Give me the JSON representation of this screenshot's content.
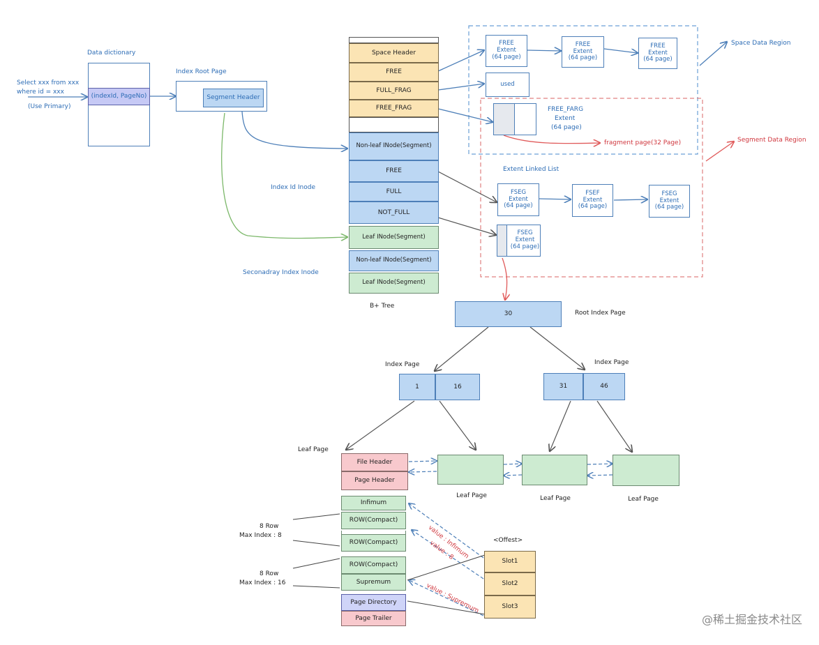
{
  "query": {
    "line1": "Select xxx from xxx",
    "line2": "where id = xxx",
    "line3": "(Use Primary)"
  },
  "data_dictionary": {
    "title": "Data dictionary",
    "entry": "(indexId, PageNo)"
  },
  "index_root_page": {
    "title": "Index Root Page",
    "segment_header": "Segment Header"
  },
  "inode_labels": {
    "index_id": "Index Id Inode",
    "secondary": "Seconadray Index Inode",
    "tree": "B+ Tree"
  },
  "tablespace": {
    "space_header": "Space Header",
    "free": "FREE",
    "full_frag": "FULL_FRAG",
    "free_frag": "FREE_FRAG",
    "nonleaf_inode_1": "Non-leaf INode(Segment)",
    "list_free": "FREE",
    "list_full": "FULL",
    "list_not_full": "NOT_FULL",
    "leaf_inode_1": "Leaf INode(Segment)",
    "nonleaf_inode_2": "Non-leaf INode(Segment)",
    "leaf_inode_2": "Leaf INode(Segment)"
  },
  "space_region": {
    "title": "Space Data Region",
    "free_extent_name": "FREE",
    "extent_word": "Extent",
    "extent_pages": "(64 page)",
    "used": "used",
    "free_frag_name": "FREE_FARG",
    "fragment_page": "fragment page(32 Page)"
  },
  "segment_region": {
    "title": "Segment Data Region",
    "list_title": "Extent Linked List",
    "fseg_1": "FSEG",
    "fsef": "FSEF",
    "fseg_3": "FSEG",
    "fseg_4": "FSEG"
  },
  "btree": {
    "root_value": "30",
    "root_label": "Root Index Page",
    "index_page_label": "Index Page",
    "left_keys": [
      "1",
      "16"
    ],
    "right_keys": [
      "31",
      "46"
    ],
    "leaf_page_label": "Leaf Page"
  },
  "leaf_page": {
    "file_header": "File Header",
    "page_header": "Page Header",
    "infimum": "Infimum",
    "row_compact": "ROW(Compact)",
    "supremum": "Supremum",
    "page_directory": "Page Directory",
    "page_trailer": "Page Trailer"
  },
  "groups": [
    {
      "rows": "8 Row",
      "max_index": "Max Index : 8"
    },
    {
      "rows": "8 Row",
      "max_index": "Max Index : 16"
    }
  ],
  "slots": {
    "title": "<Offest>",
    "items": [
      "Slot1",
      "Slot2",
      "Slot3"
    ]
  },
  "value_labels": {
    "infimum": "value : Infimum",
    "eight": "value : 8",
    "supremum": "value : Supremum"
  },
  "watermark": "@稀土掘金技术社区"
}
